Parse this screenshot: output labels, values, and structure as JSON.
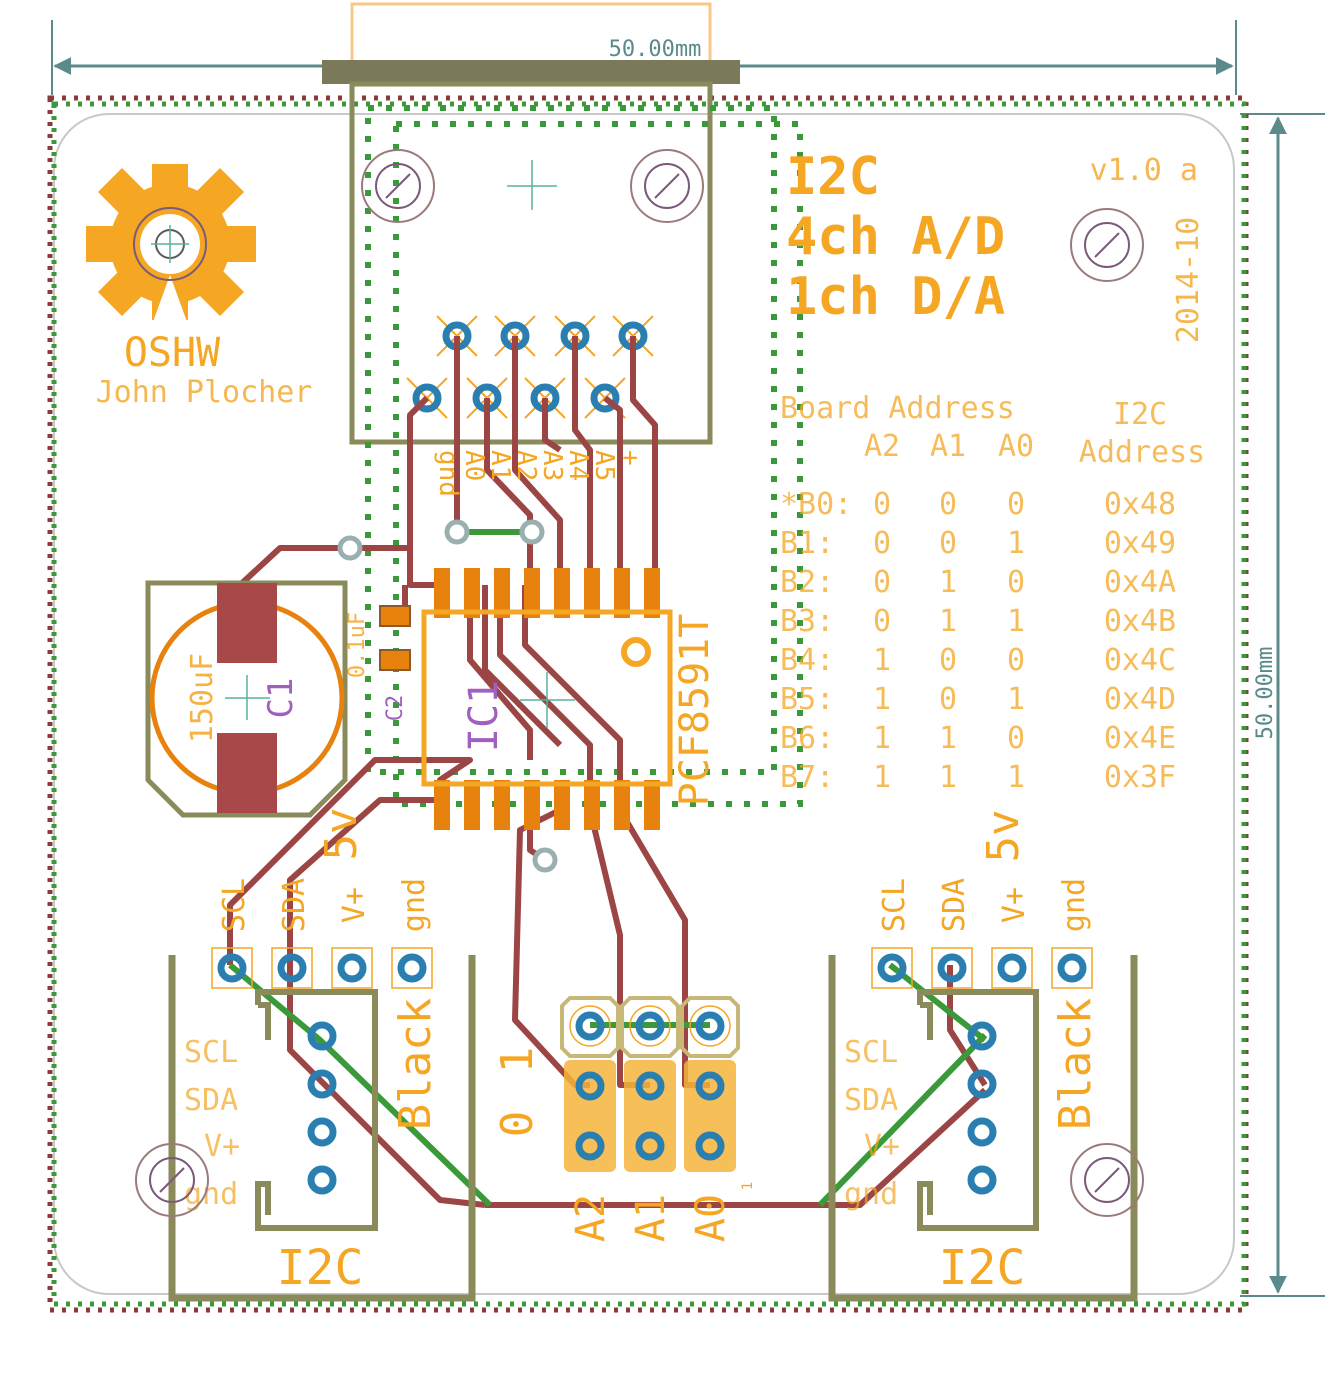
{
  "dimensions": {
    "horizontal": "50.00mm",
    "vertical": "50.00mm"
  },
  "title_lines": [
    "I2C",
    "4ch A/D",
    "1ch D/A"
  ],
  "version": "v1.0 a",
  "date": "2014-10",
  "logo": {
    "text": "OSHW",
    "author": "John Plocher"
  },
  "capacitors": {
    "c1_name": "C1",
    "c1_value": "150uF",
    "c2_name": "C2",
    "c2_value": "0.1uF"
  },
  "ic": {
    "name": "IC1",
    "part": "PCF8591T"
  },
  "header_pins": [
    "gnd",
    "A0",
    "A1",
    "A2",
    "A3",
    "A4",
    "A5",
    "+"
  ],
  "address_table": {
    "title": "Board Address",
    "col_a2": "A2",
    "col_a1": "A1",
    "col_a0": "A0",
    "i2c_title1": "I2C",
    "i2c_title2": "Address",
    "rows": [
      {
        "board": "*B0:",
        "a2": "0",
        "a1": "0",
        "a0": "0",
        "addr": "0x48"
      },
      {
        "board": "B1:",
        "a2": "0",
        "a1": "0",
        "a0": "1",
        "addr": "0x49"
      },
      {
        "board": "B2:",
        "a2": "0",
        "a1": "1",
        "a0": "0",
        "addr": "0x4A"
      },
      {
        "board": "B3:",
        "a2": "0",
        "a1": "1",
        "a0": "1",
        "addr": "0x4B"
      },
      {
        "board": "B4:",
        "a2": "1",
        "a1": "0",
        "a0": "0",
        "addr": "0x4C"
      },
      {
        "board": "B5:",
        "a2": "1",
        "a1": "0",
        "a0": "1",
        "addr": "0x4D"
      },
      {
        "board": "B6:",
        "a2": "1",
        "a1": "1",
        "a0": "0",
        "addr": "0x4E"
      },
      {
        "board": "B7:",
        "a2": "1",
        "a1": "1",
        "a0": "1",
        "addr": "0x3F"
      }
    ]
  },
  "connector_left": {
    "pins": [
      "SCL",
      "SDA",
      "V+",
      "gnd"
    ],
    "voltage": "5v",
    "inner_labels": [
      "SCL",
      "SDA",
      "V+",
      "gnd"
    ],
    "color": "Black",
    "name": "I2C"
  },
  "connector_right": {
    "pins": [
      "SCL",
      "SDA",
      "V+",
      "gnd"
    ],
    "voltage": "5v",
    "inner_labels": [
      "SCL",
      "SDA",
      "V+",
      "gnd"
    ],
    "color": "Black",
    "name": "I2C"
  },
  "jumpers": {
    "label_0": "0",
    "label_1": "1",
    "names": [
      "A2",
      "A1",
      "A0"
    ],
    "pin1": "1"
  },
  "colors": {
    "silk": "#f5a623",
    "copper_top": "#8b3a3a",
    "copper_bottom": "#3a9a3a",
    "outline": "#8a8a5a",
    "via": "#9ab0b0",
    "pad": "#2a7fb0",
    "dimension": "#5a8a8a"
  }
}
